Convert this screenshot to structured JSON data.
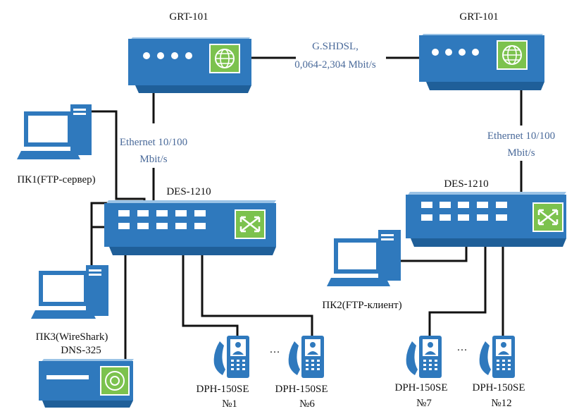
{
  "colors": {
    "device_blue": "#2f79bd",
    "device_top": "#9bc3e6",
    "device_side": "#1f5f99",
    "icon_green": "#7cc24e",
    "wire": "#111111",
    "speed_text": "#4a6a9a"
  },
  "routers": [
    {
      "label": "GRT-101",
      "icon": "globe-icon"
    },
    {
      "label": "GRT-101",
      "icon": "globe-icon"
    }
  ],
  "link": {
    "line1": "G.SHDSL,",
    "line2": "0,064-2,304 Mbit/s"
  },
  "ethernet_left": {
    "line1": "Ethernet 10/100",
    "line2": "Mbit/s"
  },
  "ethernet_right": {
    "line1": "Ethernet 10/100",
    "line2": "Mbit/s"
  },
  "switches": [
    {
      "label": "DES-1210",
      "icon": "switch-arrows-icon"
    },
    {
      "label": "DES-1210",
      "icon": "switch-arrows-icon"
    }
  ],
  "pcs": {
    "pc1": "ПК1(FTP-сервер)",
    "pc2": "ПК2(FTP-клиент)",
    "pc3": "ПК3(WireShark)"
  },
  "nas": {
    "label": "DNS-325",
    "icon": "disk-icon"
  },
  "phones": [
    {
      "model": "DPH-150SE",
      "number": "№1"
    },
    {
      "model": "DPH-150SE",
      "number": "№6"
    },
    {
      "model": "DPH-150SE",
      "number": "№7"
    },
    {
      "model": "DPH-150SE",
      "number": "№12"
    }
  ],
  "ellipsis": "…"
}
